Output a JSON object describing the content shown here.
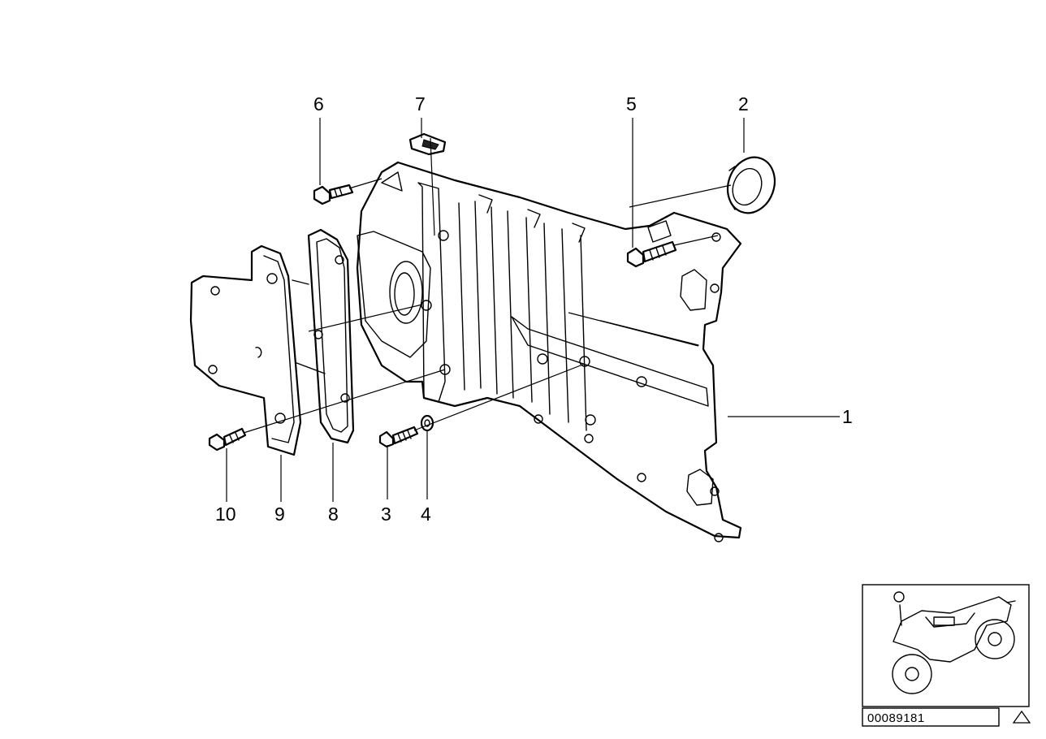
{
  "callouts": [
    "1",
    "2",
    "3",
    "4",
    "5",
    "6",
    "7",
    "8",
    "9",
    "10"
  ],
  "diagram_id": "00089181",
  "colors": {
    "line": "#000000",
    "background": "#ffffff"
  },
  "icons": {
    "corner_mark": "triangle-outline-icon",
    "thumbnail": "motorcycle-outline-icon"
  }
}
